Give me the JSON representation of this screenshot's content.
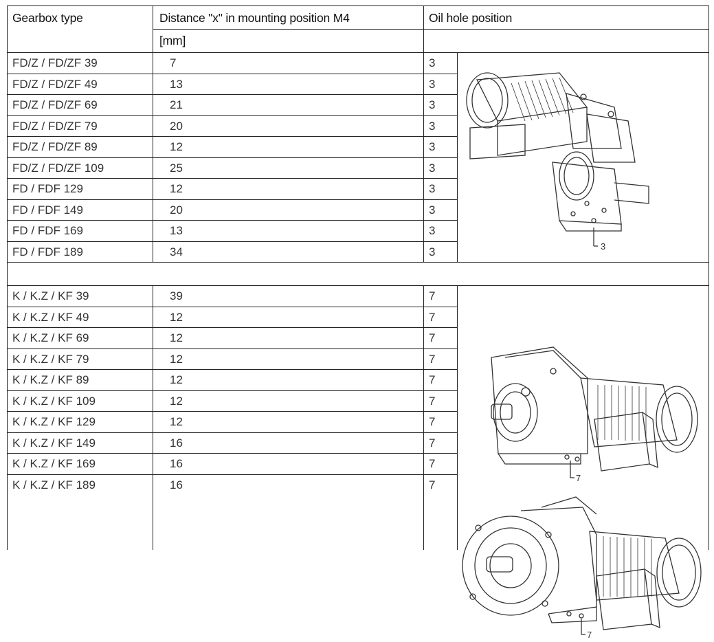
{
  "table": {
    "headers": {
      "gearbox_type": "Gearbox type",
      "distance": "Distance \"x\" in mounting position M4",
      "distance_unit": "[mm]",
      "oil_hole": "Oil hole position"
    },
    "groups": [
      {
        "rows": [
          {
            "type": "FD/Z / FD/ZF 39",
            "distance": "7",
            "position": "3"
          },
          {
            "type": "FD/Z / FD/ZF 49",
            "distance": "13",
            "position": "3"
          },
          {
            "type": "FD/Z / FD/ZF 69",
            "distance": "21",
            "position": "3"
          },
          {
            "type": "FD/Z / FD/ZF 79",
            "distance": "20",
            "position": "3"
          },
          {
            "type": "FD/Z / FD/ZF 89",
            "distance": "12",
            "position": "3"
          },
          {
            "type": "FD/Z / FD/ZF 109",
            "distance": "25",
            "position": "3"
          },
          {
            "type": "FD / FDF 129",
            "distance": "12",
            "position": "3"
          },
          {
            "type": "FD / FDF 149",
            "distance": "20",
            "position": "3"
          },
          {
            "type": "FD / FDF 169",
            "distance": "13",
            "position": "3"
          },
          {
            "type": "FD / FDF 189",
            "distance": "34",
            "position": "3"
          }
        ]
      },
      {
        "rows": [
          {
            "type": "K / K.Z / KF 39",
            "distance": "39",
            "position": "7"
          },
          {
            "type": "K / K.Z / KF 49",
            "distance": "12",
            "position": "7"
          },
          {
            "type": "K / K.Z / KF 69",
            "distance": "12",
            "position": "7"
          },
          {
            "type": "K / K.Z / KF 79",
            "distance": "12",
            "position": "7"
          },
          {
            "type": "K / K.Z / KF 89",
            "distance": "12",
            "position": "7"
          },
          {
            "type": "K / K.Z / KF 109",
            "distance": "12",
            "position": "7"
          },
          {
            "type": "K / K.Z / KF 129",
            "distance": "12",
            "position": "7"
          },
          {
            "type": "K / K.Z / KF 149",
            "distance": "16",
            "position": "7"
          },
          {
            "type": "K / K.Z / KF 169",
            "distance": "16",
            "position": "7"
          },
          {
            "type": "K / K.Z / KF 189",
            "distance": "16",
            "position": "7"
          }
        ]
      }
    ]
  },
  "illustrations": {
    "gearbox_fd": {
      "callout": "3"
    },
    "gearbox_k": {
      "callout": "7"
    },
    "gearbox_kf": {
      "callout": "7"
    }
  }
}
